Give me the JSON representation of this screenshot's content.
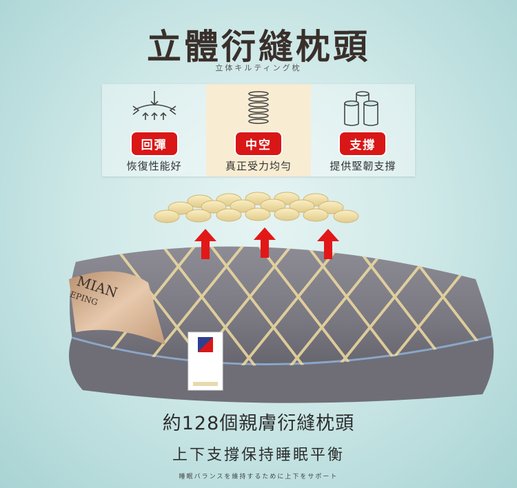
{
  "header": {
    "title": "立體衍縫枕頭",
    "subtitle": "立体キルティング枕"
  },
  "features": [
    {
      "icon": "compress-arrows-icon",
      "badge": "回彈",
      "desc": "恢復性能好"
    },
    {
      "icon": "spring-coil-icon",
      "badge": "中空",
      "desc": "真正受力均勻"
    },
    {
      "icon": "cylinders-icon",
      "badge": "支撐",
      "desc": "提供堅韌支撐"
    }
  ],
  "label": {
    "brand_text": "MIAN",
    "brand_text2": "EPING"
  },
  "colors": {
    "badge": "#d91717",
    "pillow": "#7d7c85",
    "fiber": "#f0dca0",
    "arrow": "#e21818"
  },
  "footer": {
    "line1": "約128個親膚衍縫枕頭",
    "line2": "上下支撐保持睡眠平衡",
    "line3": "睡眠バランスを維持するために上下をサポート"
  }
}
